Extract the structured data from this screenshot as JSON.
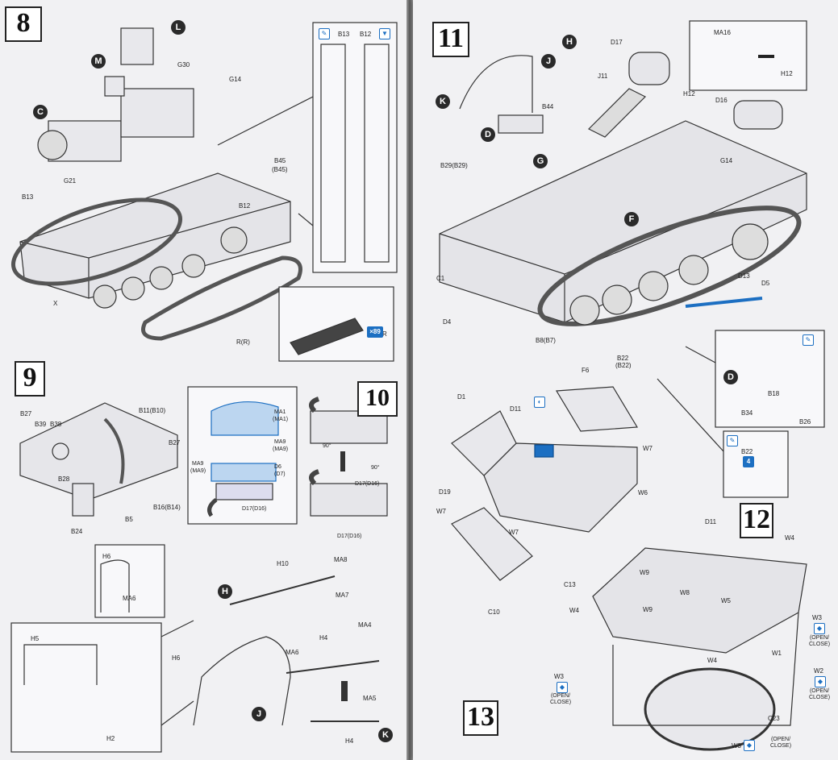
{
  "steps": {
    "s8": "8",
    "s9": "9",
    "s10": "10",
    "s11": "11",
    "s12": "12",
    "s13": "13"
  },
  "callouts": {
    "L": "L",
    "M": "M",
    "C": "C",
    "H": "H",
    "J": "J",
    "K": "K",
    "D": "D",
    "G": "G",
    "F": "F"
  },
  "step8": {
    "parts": [
      "G30",
      "G14",
      "G21",
      "B45",
      "(B45)",
      "B13",
      "B12",
      "X",
      "R(R)",
      "R"
    ],
    "inset_parts": [
      "B13",
      "B12"
    ],
    "track_count": "×89"
  },
  "step9": {
    "parts": [
      "B27",
      "B39",
      "B38",
      "B11(B10)",
      "B27",
      "B28",
      "B24",
      "B5",
      "B16(B14)"
    ]
  },
  "step10": {
    "inset_parts": [
      "MA1",
      "(MA1)",
      "MA9",
      "(MA9)",
      "MA9",
      "(MA9)",
      "D6",
      "(D7)",
      "D17(D16)"
    ],
    "parts": [
      "90°",
      "90°",
      "D17(D16)",
      "D17(D16)"
    ]
  },
  "step11_lower_left": {
    "parts": [
      "H6",
      "MA6",
      "H5",
      "H2",
      "H6",
      "MA6",
      "H10",
      "MA8",
      "MA7",
      "MA4",
      "H4",
      "MA5",
      "H4"
    ]
  },
  "step11": {
    "parts": [
      "D17",
      "J11",
      "B44",
      "B29(B29)",
      "G14",
      "D16",
      "MA16",
      "H12",
      "H12",
      "C1",
      "D4",
      "B8(B7)",
      "B22",
      "(B22)",
      "D13",
      "D5"
    ],
    "inset_parts": [
      "B18",
      "B34",
      "B26",
      "B22"
    ]
  },
  "step12": {
    "parts": [
      "D1",
      "D11",
      "F6",
      "W7",
      "D19",
      "W7",
      "W7",
      "W6",
      "C13",
      "C10"
    ]
  },
  "step13": {
    "parts": [
      "D11",
      "W4",
      "W9",
      "W8",
      "W5",
      "W9",
      "W4",
      "W4",
      "W1",
      "C23"
    ],
    "w3_a": "W3",
    "w3_b": "W3",
    "w3_c": "W3",
    "w2": "W2",
    "open_close": "(OPEN/\nCLOSE)",
    "open_close_inline": "(OPEN/\nCLOSE)"
  },
  "colors": {
    "accent_blue": "#1c6fc2",
    "page": "#f1f1f3",
    "ink": "#2a2a2a"
  }
}
